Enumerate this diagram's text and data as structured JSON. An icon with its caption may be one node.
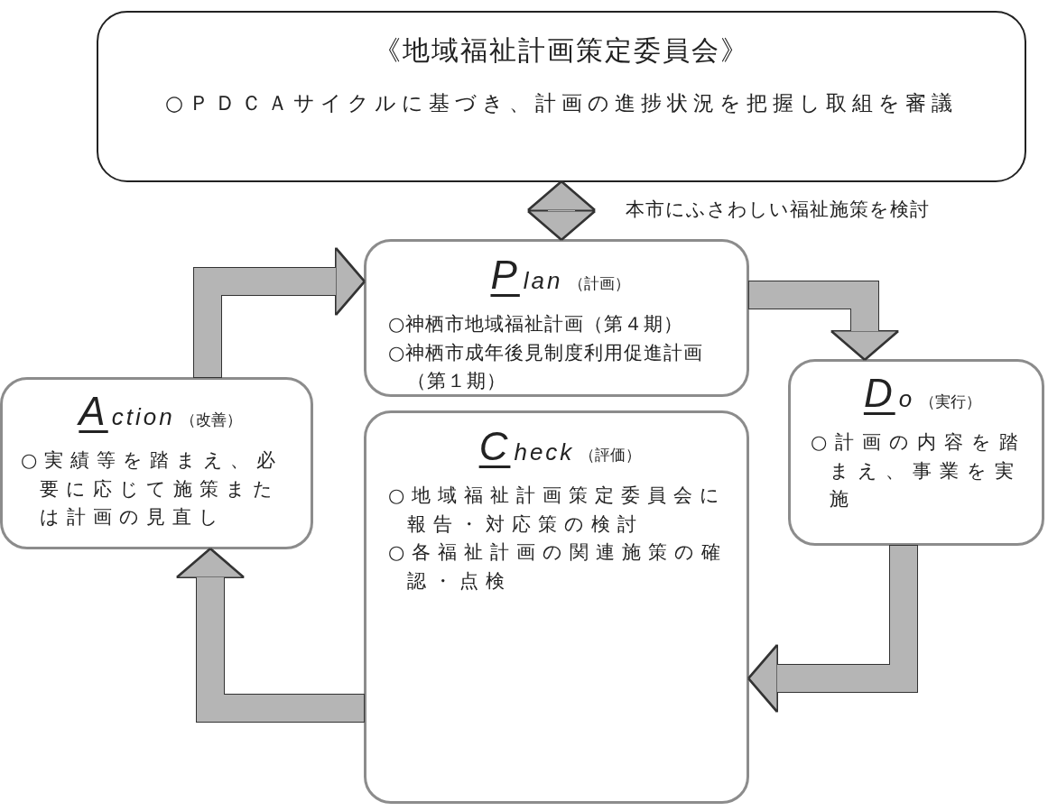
{
  "diagram": {
    "nodes": [
      {
        "text": [
          "《地域福祉計画策定委員会》",
          "○ＰＤＣＡサイクルに基づき、計画の進捗状況を把握し取組を審議"
        ]
      },
      {
        "text": [
          "Plan",
          "（計画）",
          "○神栖市地域福祉計画（第４期）",
          "○神栖市成年後見制度利用促進計画（第１期）"
        ]
      },
      {
        "text": [
          "Action",
          "（改善）",
          "○実績等を踏まえ、必要に応じて施策または計画の見直し"
        ]
      },
      {
        "text": [
          "Do",
          "（実行）",
          "○計画の内容を踏まえ、事業を実施"
        ]
      },
      {
        "text": [
          "Check",
          "（評価）",
          "○地域福祉計画策定委員会に報告・対応策の検討",
          "○各福祉計画の関連施策の確認・点検"
        ]
      }
    ],
    "edges": [
      {
        "from": 0,
        "to": 1,
        "arrow": "both",
        "label": "本市にふさわしい福祉施策を検討"
      },
      {
        "from": 1,
        "to": 3,
        "arrow": "to"
      },
      {
        "from": 3,
        "to": 4,
        "arrow": "to"
      },
      {
        "from": 4,
        "to": 2,
        "arrow": "to"
      },
      {
        "from": 2,
        "to": 1,
        "arrow": "to"
      }
    ]
  }
}
